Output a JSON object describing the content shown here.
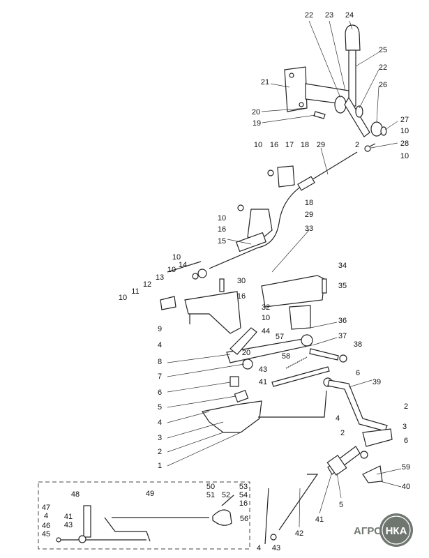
{
  "callouts": [
    "22",
    "23",
    "24",
    "25",
    "22",
    "21",
    "26",
    "20",
    "27",
    "19",
    "10",
    "28",
    "2",
    "10",
    "10",
    "16",
    "17",
    "18",
    "29",
    "18",
    "10",
    "29",
    "16",
    "33",
    "15",
    "10",
    "14",
    "10",
    "13",
    "12",
    "30",
    "34",
    "35",
    "11",
    "10",
    "16",
    "32",
    "10",
    "36",
    "9",
    "4",
    "20",
    "44",
    "57",
    "37",
    "38",
    "8",
    "58",
    "43",
    "7",
    "6",
    "41",
    "39",
    "6",
    "5",
    "2",
    "4",
    "4",
    "3",
    "3",
    "2",
    "6",
    "2",
    "1",
    "59",
    "40",
    "5",
    "41",
    "42",
    "43",
    "4"
  ],
  "inset": {
    "labels": [
      "48",
      "49",
      "50",
      "51",
      "52",
      "53",
      "54",
      "16",
      "56",
      "47",
      "4",
      "41",
      "43",
      "46",
      "45"
    ]
  },
  "logo": {
    "text_left": "АГРО",
    "text_right": "НКА",
    "color": "#6f7670"
  }
}
